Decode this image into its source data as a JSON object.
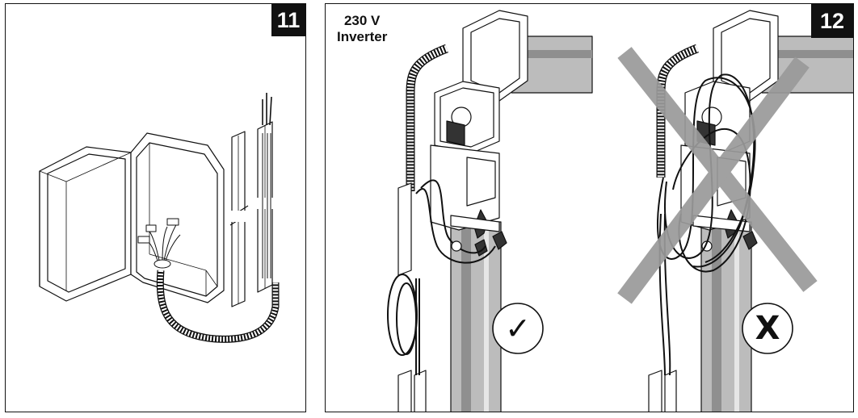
{
  "panels": [
    {
      "number": "11"
    },
    {
      "number": "12",
      "note_lines": [
        "230 V",
        "Inverter"
      ],
      "marks": {
        "correct": "✓",
        "wrong": "X"
      }
    }
  ],
  "colors": {
    "line": "#111111",
    "tube": "#b8b8b8",
    "tube_dark": "#8f8f8f",
    "cross": "#9a9a9a",
    "badge": "#111111"
  }
}
